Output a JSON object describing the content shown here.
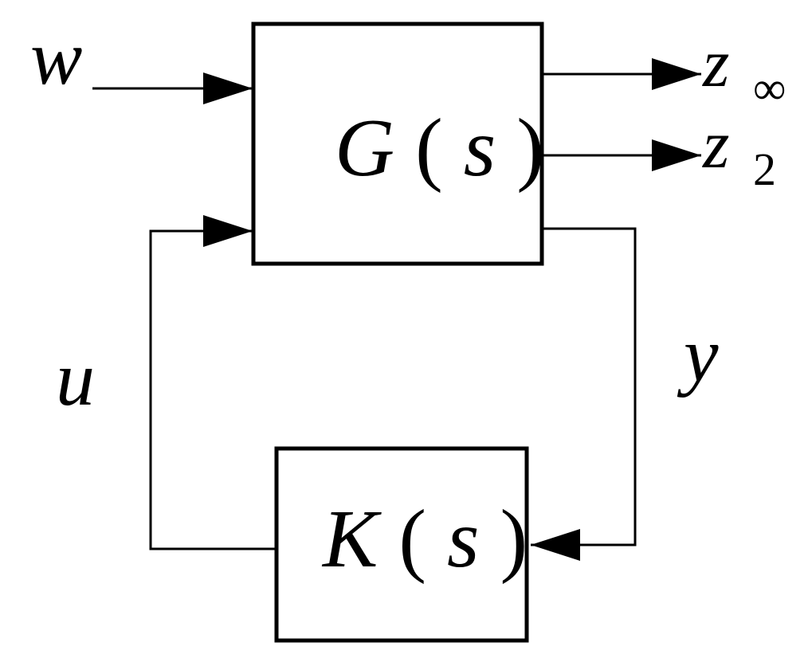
{
  "blocks": {
    "plant": {
      "name": "G",
      "open": "(",
      "var": "s",
      "close": ")"
    },
    "controller": {
      "name": "K",
      "open": "(",
      "var": "s",
      "close": ")"
    }
  },
  "signals": {
    "disturbance": "w",
    "output_inf": {
      "base": "z",
      "sub": "∞"
    },
    "output_2": {
      "base": "z",
      "sub": "2"
    },
    "measurement": "y",
    "control": "u"
  },
  "colors": {
    "line": "#000000",
    "background": "#ffffff"
  }
}
